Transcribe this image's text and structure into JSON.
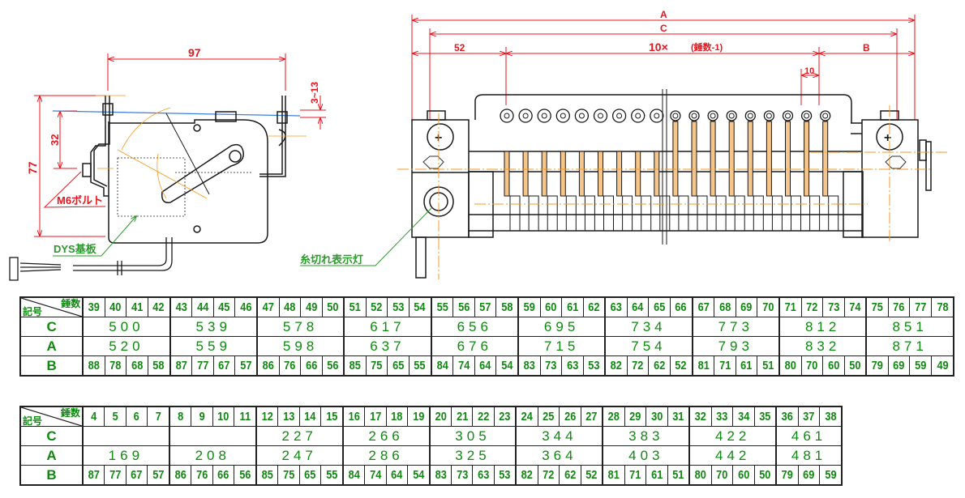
{
  "drawing": {
    "side_view": {
      "dim_width": "97",
      "dim_height": "77",
      "dim_offset": "32",
      "dim_range": "3~13",
      "label_bolt": "M6ボルト",
      "label_board": "DYS基板"
    },
    "front_view": {
      "dim_A": "A",
      "dim_C": "C",
      "dim_left": "52",
      "dim_pitch": "10×",
      "dim_pitch_note": "(錘数-1)",
      "dim_B": "B",
      "dim_spacing": "10",
      "label_lamp": "糸切れ表示灯"
    }
  },
  "colors": {
    "dimension": "#e8141e",
    "centerline": "#f59a23",
    "leader": "#2a9a2a",
    "table_text": "#118811",
    "outline": "#1a1a1a",
    "thread": "#3a7fe0"
  },
  "table_header": {
    "top_right": "錘数",
    "bottom_left": "記号"
  },
  "tables": [
    {
      "spindles": [
        "39",
        "40",
        "41",
        "42",
        "43",
        "44",
        "45",
        "46",
        "47",
        "48",
        "49",
        "50",
        "51",
        "52",
        "53",
        "54",
        "55",
        "56",
        "57",
        "58",
        "59",
        "60",
        "61",
        "62",
        "63",
        "64",
        "65",
        "66",
        "67",
        "68",
        "69",
        "70",
        "71",
        "72",
        "73",
        "74",
        "75",
        "76",
        "77",
        "78"
      ],
      "rows": [
        {
          "label": "C",
          "groups": [
            "500",
            "539",
            "578",
            "617",
            "656",
            "695",
            "734",
            "773",
            "812",
            "851"
          ]
        },
        {
          "label": "A",
          "groups": [
            "520",
            "559",
            "598",
            "637",
            "676",
            "715",
            "754",
            "793",
            "832",
            "871"
          ]
        },
        {
          "label": "B",
          "values": [
            "88",
            "78",
            "68",
            "58",
            "87",
            "77",
            "67",
            "57",
            "86",
            "76",
            "66",
            "56",
            "85",
            "75",
            "65",
            "55",
            "84",
            "74",
            "64",
            "54",
            "83",
            "73",
            "63",
            "53",
            "82",
            "72",
            "62",
            "52",
            "81",
            "71",
            "61",
            "51",
            "80",
            "70",
            "60",
            "50",
            "79",
            "69",
            "59",
            "49"
          ]
        }
      ]
    },
    {
      "spindles": [
        "4",
        "5",
        "6",
        "7",
        "8",
        "9",
        "10",
        "11",
        "12",
        "13",
        "14",
        "15",
        "16",
        "17",
        "18",
        "19",
        "20",
        "21",
        "22",
        "23",
        "24",
        "25",
        "26",
        "27",
        "28",
        "29",
        "30",
        "31",
        "32",
        "33",
        "34",
        "35",
        "36",
        "37",
        "38"
      ],
      "rows": [
        {
          "label": "C",
          "groups": [
            "",
            "",
            "227",
            "266",
            "305",
            "344",
            "383",
            "422",
            "461"
          ]
        },
        {
          "label": "A",
          "groups": [
            "169",
            "208",
            "247",
            "286",
            "325",
            "364",
            "403",
            "442",
            "481"
          ]
        },
        {
          "label": "B",
          "values": [
            "87",
            "77",
            "67",
            "57",
            "86",
            "76",
            "66",
            "56",
            "85",
            "75",
            "65",
            "55",
            "84",
            "74",
            "64",
            "54",
            "83",
            "73",
            "63",
            "53",
            "82",
            "72",
            "62",
            "52",
            "81",
            "71",
            "61",
            "51",
            "80",
            "70",
            "60",
            "50",
            "79",
            "69",
            "59"
          ]
        }
      ]
    }
  ]
}
